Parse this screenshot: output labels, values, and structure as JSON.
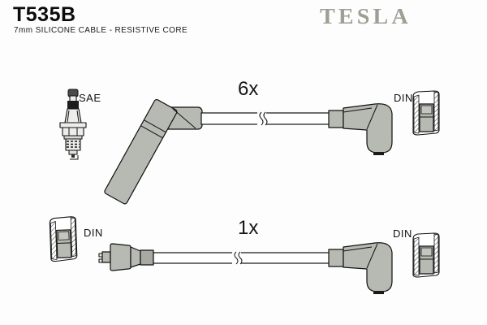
{
  "header": {
    "part_number": "T535B",
    "subtitle": "7mm SILICONE CABLE - RESISTIVE CORE",
    "brand": "TESLA"
  },
  "top_assembly": {
    "quantity_label": "6x",
    "plug_end_label": "SAE",
    "connector_end_label": "DIN",
    "illustrations": [
      "spark-plug",
      "angled-plug-boot",
      "cable-with-break",
      "elbow-distributor-boot",
      "din-cap-cross-section"
    ]
  },
  "bottom_assembly": {
    "quantity_label": "1x",
    "left_connector_label": "DIN",
    "right_connector_label": "DIN",
    "illustrations": [
      "din-cap-cross-section",
      "straight-coil-boot",
      "cable-with-break",
      "elbow-distributor-boot",
      "din-cap-cross-section"
    ]
  },
  "colors": {
    "boot_gray": "#b6bab2",
    "boot_dark": "#a6aaa2",
    "logo_gray": "#9ba095",
    "line": "#121212",
    "background": "#fdfdfd"
  }
}
